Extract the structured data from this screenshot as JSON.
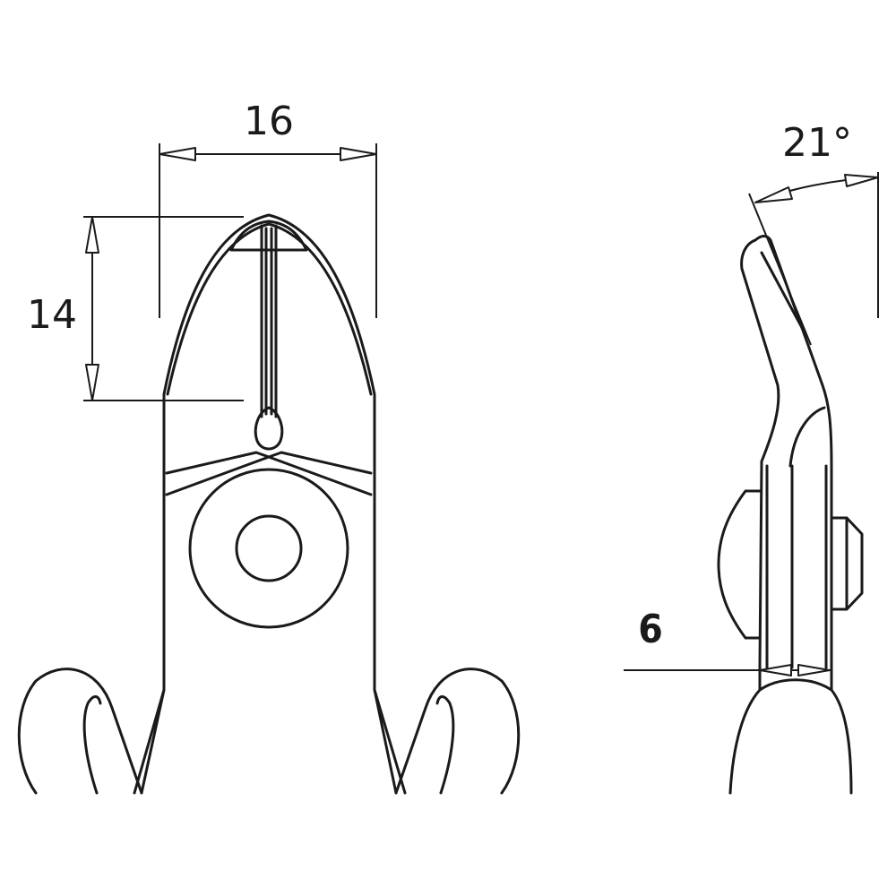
{
  "dimensions": {
    "head_width": "16",
    "head_length": "14",
    "joint_thickness": "6",
    "head_angle": "21°"
  },
  "colors": {
    "line": "#1a1a1a",
    "background": "#ffffff"
  }
}
